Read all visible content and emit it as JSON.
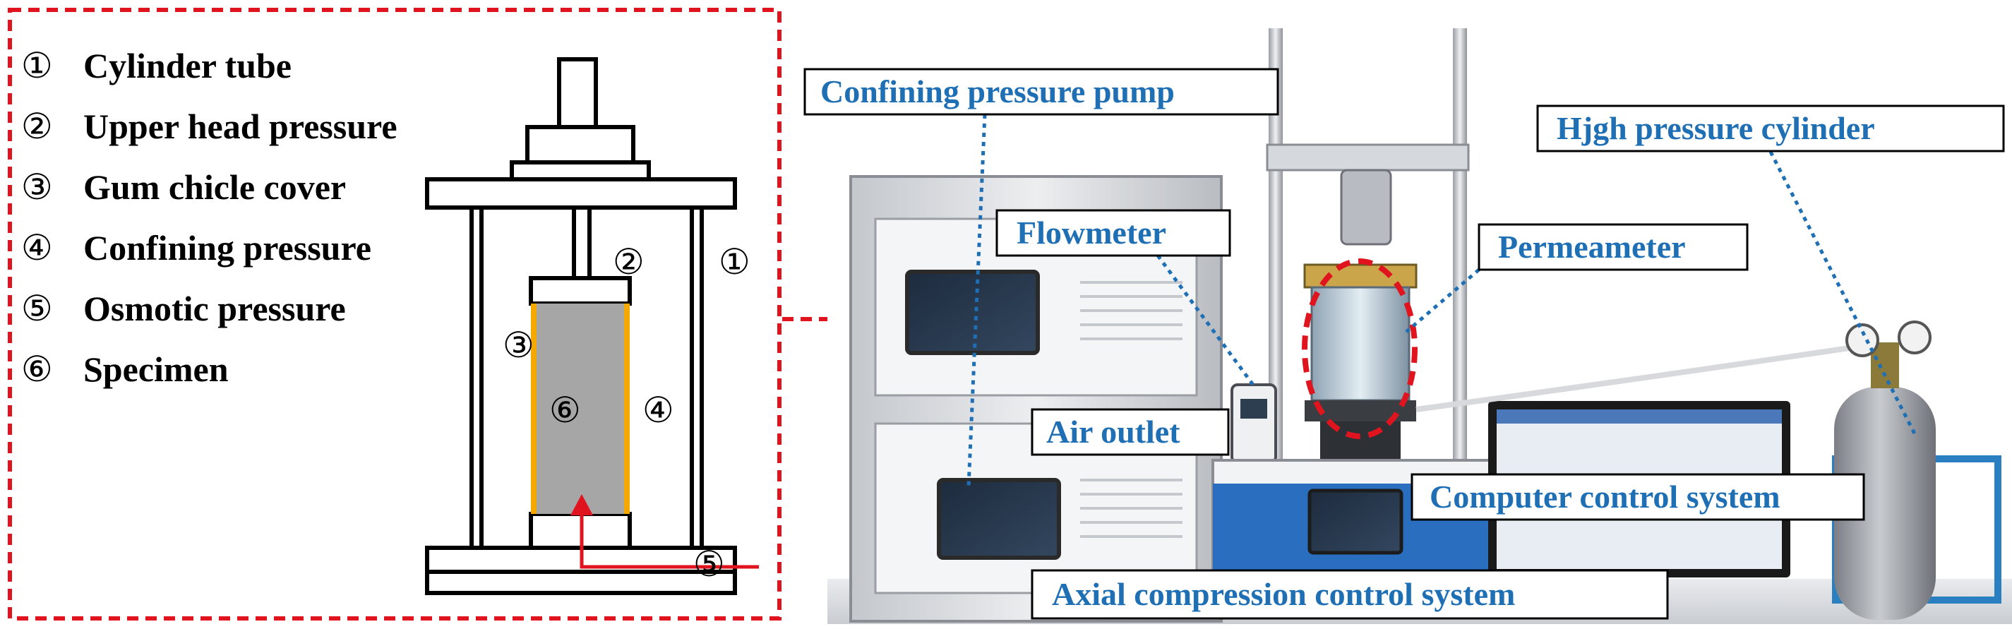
{
  "legend": {
    "items": [
      {
        "marker": "①",
        "label": "Cylinder tube"
      },
      {
        "marker": "②",
        "label": "Upper head pressure"
      },
      {
        "marker": "③",
        "label": "Gum chicle cover"
      },
      {
        "marker": "④",
        "label": "Confining pressure"
      },
      {
        "marker": "⑤",
        "label": "Osmotic pressure"
      },
      {
        "marker": "⑥",
        "label": "Specimen"
      }
    ]
  },
  "schematic": {
    "markers": {
      "cylinder_tube": "①",
      "upper_head": "②",
      "gum_cover": "③",
      "confining": "④",
      "osmotic": "⑤",
      "specimen": "⑥"
    }
  },
  "callouts": {
    "confining_pump": "Confining pressure pump",
    "flowmeter": "Flowmeter",
    "permeameter": "Permeameter",
    "high_pressure_cylinder": "Hjgh pressure cylinder",
    "air_outlet": "Air outlet",
    "computer_control": "Computer control system",
    "axial_control": "Axial compression control system"
  },
  "colors": {
    "dashed_frame": "#e0141e",
    "gum_cover": "#f5a800",
    "specimen": "#a6a6a6",
    "arrow": "#e0141e",
    "callout_text": "#1f6fb5",
    "leader_line": "#1f6fb5"
  }
}
